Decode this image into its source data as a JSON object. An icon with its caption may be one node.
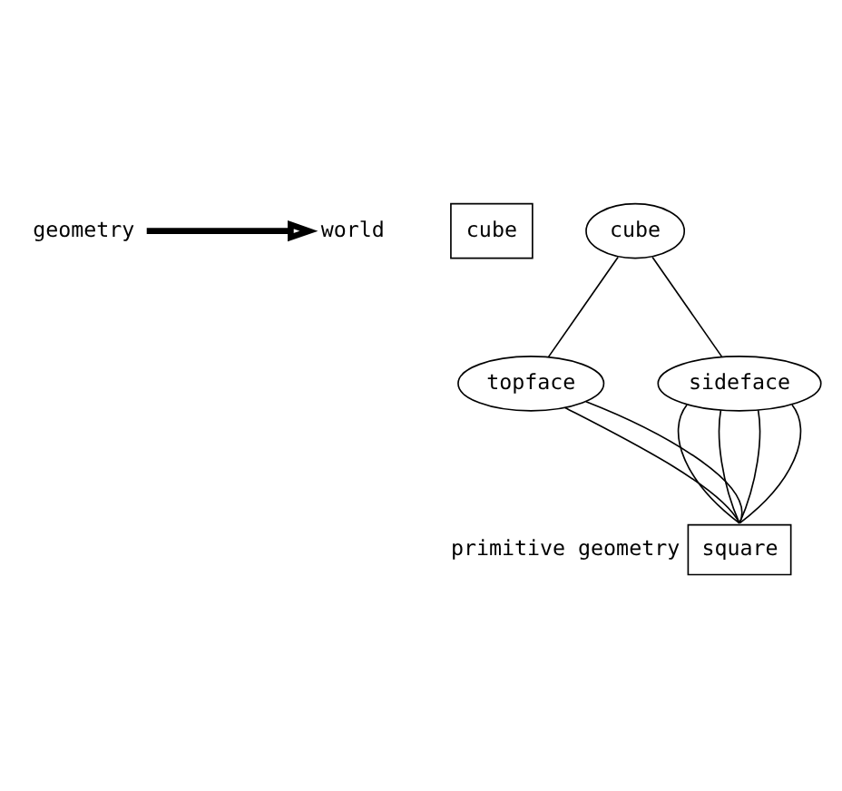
{
  "diagram": {
    "nodes": [
      {
        "text": [
          "geometry"
        ]
      },
      {
        "text": [
          "world"
        ]
      },
      {
        "text": [
          "cube"
        ]
      },
      {
        "text": [
          "cube"
        ]
      },
      {
        "text": [
          "topface"
        ]
      },
      {
        "text": [
          "sideface"
        ]
      },
      {
        "text": [
          "square"
        ],
        "beside": [
          "primitive geometry"
        ]
      }
    ],
    "edges": [
      {
        "from": 0,
        "to": 1,
        "arrow": "to",
        "style": "thick"
      },
      {
        "from": 3,
        "to": 4,
        "arrow": "none"
      },
      {
        "from": 3,
        "to": 5,
        "arrow": "none"
      },
      {
        "from": 4,
        "to": 6,
        "arrow": "none"
      },
      {
        "from": 4,
        "to": 6,
        "arrow": "none"
      },
      {
        "from": 5,
        "to": 6,
        "arrow": "none"
      },
      {
        "from": 5,
        "to": 6,
        "arrow": "none"
      },
      {
        "from": 5,
        "to": 6,
        "arrow": "none"
      },
      {
        "from": 5,
        "to": 6,
        "arrow": "none"
      }
    ]
  }
}
